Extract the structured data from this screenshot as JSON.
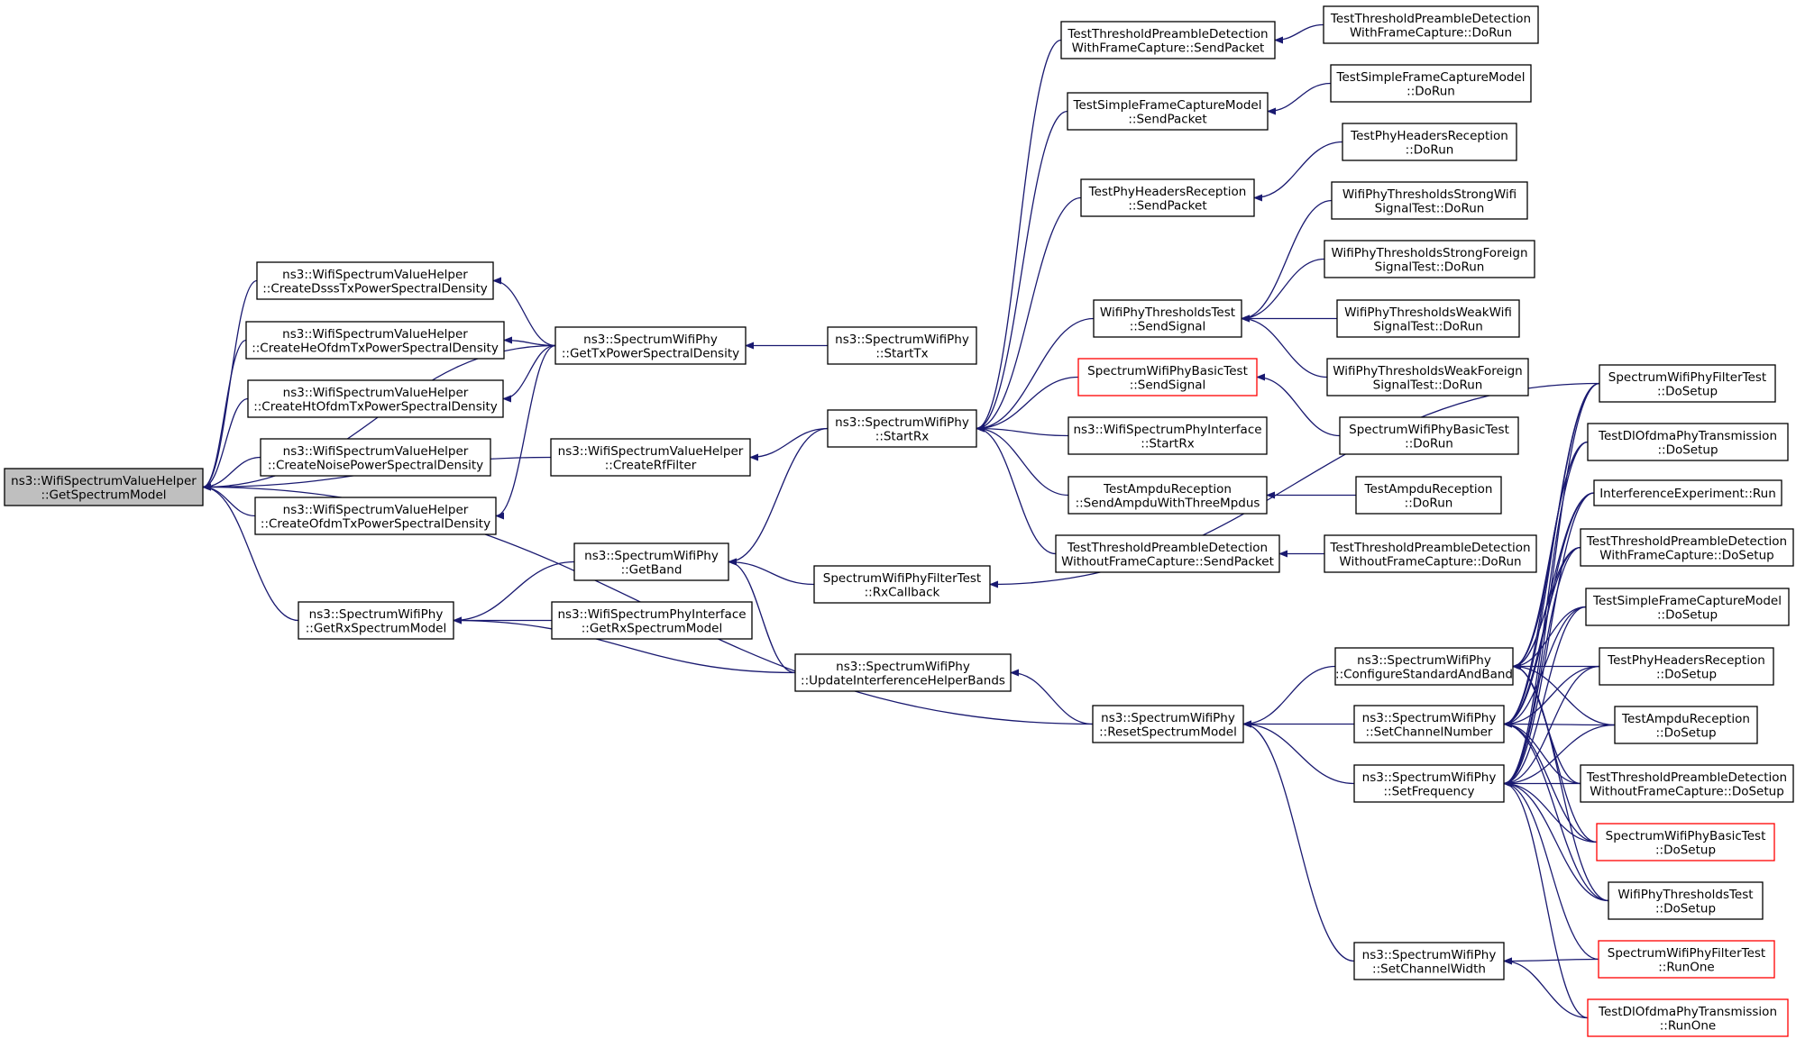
{
  "graph": {
    "colors": {
      "edge": "#191970",
      "root_fill": "#bfbfbf",
      "node_fill": "#ffffff",
      "node_border": "#000000",
      "warn_border": "#ff0000"
    },
    "nodes": [
      {
        "id": "root",
        "lines": [
          "ns3::WifiSpectrumValueHelper",
          "::GetSpectrumModel"
        ],
        "style": "root"
      },
      {
        "id": "dsss",
        "lines": [
          "ns3::WifiSpectrumValueHelper",
          "::CreateDsssTxPowerSpectralDensity"
        ],
        "style": "normal"
      },
      {
        "id": "heofdm",
        "lines": [
          "ns3::WifiSpectrumValueHelper",
          "::CreateHeOfdmTxPowerSpectralDensity"
        ],
        "style": "normal"
      },
      {
        "id": "htofdm",
        "lines": [
          "ns3::WifiSpectrumValueHelper",
          "::CreateHtOfdmTxPowerSpectralDensity"
        ],
        "style": "normal"
      },
      {
        "id": "noise",
        "lines": [
          "ns3::WifiSpectrumValueHelper",
          "::CreateNoisePowerSpectralDensity"
        ],
        "style": "normal"
      },
      {
        "id": "ofdm",
        "lines": [
          "ns3::WifiSpectrumValueHelper",
          "::CreateOfdmTxPowerSpectralDensity"
        ],
        "style": "normal"
      },
      {
        "id": "getrx",
        "lines": [
          "ns3::SpectrumWifiPhy",
          "::GetRxSpectrumModel"
        ],
        "style": "normal"
      },
      {
        "id": "gettx",
        "lines": [
          "ns3::SpectrumWifiPhy",
          "::GetTxPowerSpectralDensity"
        ],
        "style": "normal"
      },
      {
        "id": "rffilter",
        "lines": [
          "ns3::WifiSpectrumValueHelper",
          "::CreateRfFilter"
        ],
        "style": "normal"
      },
      {
        "id": "getband",
        "lines": [
          "ns3::SpectrumWifiPhy",
          "::GetBand"
        ],
        "style": "normal"
      },
      {
        "id": "ifgetrx",
        "lines": [
          "ns3::WifiSpectrumPhyInterface",
          "::GetRxSpectrumModel"
        ],
        "style": "normal"
      },
      {
        "id": "starttx",
        "lines": [
          "ns3::SpectrumWifiPhy",
          "::StartTx"
        ],
        "style": "normal"
      },
      {
        "id": "startrx",
        "lines": [
          "ns3::SpectrumWifiPhy",
          "::StartRx"
        ],
        "style": "normal"
      },
      {
        "id": "rxcb",
        "lines": [
          "SpectrumWifiPhyFilterTest",
          "::RxCallback"
        ],
        "style": "normal"
      },
      {
        "id": "updint",
        "lines": [
          "ns3::SpectrumWifiPhy",
          "::UpdateInterferenceHelperBands"
        ],
        "style": "normal"
      },
      {
        "id": "tpdfc_send",
        "lines": [
          "TestThresholdPreambleDetection",
          "WithFrameCapture::SendPacket"
        ],
        "style": "normal"
      },
      {
        "id": "tsfcm_send",
        "lines": [
          "TestSimpleFrameCaptureModel",
          "::SendPacket"
        ],
        "style": "normal"
      },
      {
        "id": "tphr_send",
        "lines": [
          "TestPhyHeadersReception",
          "::SendPacket"
        ],
        "style": "normal"
      },
      {
        "id": "wpt_send",
        "lines": [
          "WifiPhyThresholdsTest",
          "::SendSignal"
        ],
        "style": "normal"
      },
      {
        "id": "swpbt_send",
        "lines": [
          "SpectrumWifiPhyBasicTest",
          "::SendSignal"
        ],
        "style": "red"
      },
      {
        "id": "ifstartrx",
        "lines": [
          "ns3::WifiSpectrumPhyInterface",
          "::StartRx"
        ],
        "style": "normal"
      },
      {
        "id": "tar_send",
        "lines": [
          "TestAmpduReception",
          "::SendAmpduWithThreeMpdus"
        ],
        "style": "normal"
      },
      {
        "id": "tpdnfc_send",
        "lines": [
          "TestThresholdPreambleDetection",
          "WithoutFrameCapture::SendPacket"
        ],
        "style": "normal"
      },
      {
        "id": "reset",
        "lines": [
          "ns3::SpectrumWifiPhy",
          "::ResetSpectrumModel"
        ],
        "style": "normal"
      },
      {
        "id": "tpdfc_run",
        "lines": [
          "TestThresholdPreambleDetection",
          "WithFrameCapture::DoRun"
        ],
        "style": "normal"
      },
      {
        "id": "tsfcm_run",
        "lines": [
          "TestSimpleFrameCaptureModel",
          "::DoRun"
        ],
        "style": "normal"
      },
      {
        "id": "tphr_run",
        "lines": [
          "TestPhyHeadersReception",
          "::DoRun"
        ],
        "style": "normal"
      },
      {
        "id": "wpt_sw",
        "lines": [
          "WifiPhyThresholdsStrongWifi",
          "SignalTest::DoRun"
        ],
        "style": "normal"
      },
      {
        "id": "wpt_sf",
        "lines": [
          "WifiPhyThresholdsStrongForeign",
          "SignalTest::DoRun"
        ],
        "style": "normal"
      },
      {
        "id": "wpt_ww",
        "lines": [
          "WifiPhyThresholdsWeakWifi",
          "SignalTest::DoRun"
        ],
        "style": "normal"
      },
      {
        "id": "wpt_wf",
        "lines": [
          "WifiPhyThresholdsWeakForeign",
          "SignalTest::DoRun"
        ],
        "style": "normal"
      },
      {
        "id": "swpbt_run",
        "lines": [
          "SpectrumWifiPhyBasicTest",
          "::DoRun"
        ],
        "style": "normal"
      },
      {
        "id": "tar_run",
        "lines": [
          "TestAmpduReception",
          "::DoRun"
        ],
        "style": "normal"
      },
      {
        "id": "tpdnfc_run",
        "lines": [
          "TestThresholdPreambleDetection",
          "WithoutFrameCapture::DoRun"
        ],
        "style": "normal"
      },
      {
        "id": "cfgstd",
        "lines": [
          "ns3::SpectrumWifiPhy",
          "::ConfigureStandardAndBand"
        ],
        "style": "normal"
      },
      {
        "id": "setch",
        "lines": [
          "ns3::SpectrumWifiPhy",
          "::SetChannelNumber"
        ],
        "style": "normal"
      },
      {
        "id": "setfreq",
        "lines": [
          "ns3::SpectrumWifiPhy",
          "::SetFrequency"
        ],
        "style": "normal"
      },
      {
        "id": "setwidth",
        "lines": [
          "ns3::SpectrumWifiPhy",
          "::SetChannelWidth"
        ],
        "style": "normal"
      },
      {
        "id": "swpft_setup",
        "lines": [
          "SpectrumWifiPhyFilterTest",
          "::DoSetup"
        ],
        "style": "normal"
      },
      {
        "id": "tdl_setup",
        "lines": [
          "TestDlOfdmaPhyTransmission",
          "::DoSetup"
        ],
        "style": "normal"
      },
      {
        "id": "intexp",
        "lines": [
          "InterferenceExperiment::Run"
        ],
        "style": "normal"
      },
      {
        "id": "tpdfc_setup",
        "lines": [
          "TestThresholdPreambleDetection",
          "WithFrameCapture::DoSetup"
        ],
        "style": "normal"
      },
      {
        "id": "tsfcm_setup",
        "lines": [
          "TestSimpleFrameCaptureModel",
          "::DoSetup"
        ],
        "style": "normal"
      },
      {
        "id": "tphr_setup",
        "lines": [
          "TestPhyHeadersReception",
          "::DoSetup"
        ],
        "style": "normal"
      },
      {
        "id": "tar_setup",
        "lines": [
          "TestAmpduReception",
          "::DoSetup"
        ],
        "style": "normal"
      },
      {
        "id": "tpdnfc_setup",
        "lines": [
          "TestThresholdPreambleDetection",
          "WithoutFrameCapture::DoSetup"
        ],
        "style": "normal"
      },
      {
        "id": "swpbt_setup",
        "lines": [
          "SpectrumWifiPhyBasicTest",
          "::DoSetup"
        ],
        "style": "red"
      },
      {
        "id": "wpt_setup",
        "lines": [
          "WifiPhyThresholdsTest",
          "::DoSetup"
        ],
        "style": "normal"
      },
      {
        "id": "swpft_runone",
        "lines": [
          "SpectrumWifiPhyFilterTest",
          "::RunOne"
        ],
        "style": "red"
      },
      {
        "id": "tdl_runone",
        "lines": [
          "TestDlOfdmaPhyTransmission",
          "::RunOne"
        ],
        "style": "red"
      }
    ],
    "edges": [
      [
        "dsss",
        "root"
      ],
      [
        "heofdm",
        "root"
      ],
      [
        "htofdm",
        "root"
      ],
      [
        "noise",
        "root"
      ],
      [
        "ofdm",
        "root"
      ],
      [
        "gettx",
        "root"
      ],
      [
        "rffilter",
        "root"
      ],
      [
        "getrx",
        "root"
      ],
      [
        "reset",
        "root"
      ],
      [
        "gettx",
        "dsss"
      ],
      [
        "gettx",
        "heofdm"
      ],
      [
        "gettx",
        "htofdm"
      ],
      [
        "gettx",
        "ofdm"
      ],
      [
        "starttx",
        "gettx"
      ],
      [
        "startrx",
        "rffilter"
      ],
      [
        "getband",
        "getrx"
      ],
      [
        "ifgetrx",
        "getrx"
      ],
      [
        "updint",
        "getrx"
      ],
      [
        "startrx",
        "getband"
      ],
      [
        "rxcb",
        "getband"
      ],
      [
        "updint",
        "getband"
      ],
      [
        "reset",
        "updint"
      ],
      [
        "tpdfc_send",
        "startrx"
      ],
      [
        "tsfcm_send",
        "startrx"
      ],
      [
        "tphr_send",
        "startrx"
      ],
      [
        "wpt_send",
        "startrx"
      ],
      [
        "swpbt_send",
        "startrx"
      ],
      [
        "ifstartrx",
        "startrx"
      ],
      [
        "tar_send",
        "startrx"
      ],
      [
        "tpdnfc_send",
        "startrx"
      ],
      [
        "tpdfc_run",
        "tpdfc_send"
      ],
      [
        "tsfcm_run",
        "tsfcm_send"
      ],
      [
        "tphr_run",
        "tphr_send"
      ],
      [
        "wpt_sw",
        "wpt_send"
      ],
      [
        "wpt_sf",
        "wpt_send"
      ],
      [
        "wpt_ww",
        "wpt_send"
      ],
      [
        "wpt_wf",
        "wpt_send"
      ],
      [
        "swpbt_run",
        "swpbt_send"
      ],
      [
        "tar_run",
        "tar_send"
      ],
      [
        "tpdnfc_run",
        "tpdnfc_send"
      ],
      [
        "swpft_setup",
        "rxcb"
      ],
      [
        "cfgstd",
        "reset"
      ],
      [
        "setch",
        "reset"
      ],
      [
        "setfreq",
        "reset"
      ],
      [
        "setwidth",
        "reset"
      ],
      [
        "swpft_setup",
        "cfgstd"
      ],
      [
        "tdl_setup",
        "cfgstd"
      ],
      [
        "intexp",
        "cfgstd"
      ],
      [
        "tpdfc_setup",
        "cfgstd"
      ],
      [
        "tsfcm_setup",
        "cfgstd"
      ],
      [
        "tphr_setup",
        "cfgstd"
      ],
      [
        "tar_setup",
        "cfgstd"
      ],
      [
        "tpdnfc_setup",
        "cfgstd"
      ],
      [
        "swpbt_setup",
        "cfgstd"
      ],
      [
        "wpt_setup",
        "cfgstd"
      ],
      [
        "swpft_setup",
        "setch"
      ],
      [
        "tdl_setup",
        "setch"
      ],
      [
        "intexp",
        "setch"
      ],
      [
        "tpdfc_setup",
        "setch"
      ],
      [
        "tsfcm_setup",
        "setch"
      ],
      [
        "tphr_setup",
        "setch"
      ],
      [
        "tar_setup",
        "setch"
      ],
      [
        "tpdnfc_setup",
        "setch"
      ],
      [
        "swpbt_setup",
        "setch"
      ],
      [
        "wpt_setup",
        "setch"
      ],
      [
        "swpft_setup",
        "setfreq"
      ],
      [
        "tdl_setup",
        "setfreq"
      ],
      [
        "intexp",
        "setfreq"
      ],
      [
        "tpdfc_setup",
        "setfreq"
      ],
      [
        "tsfcm_setup",
        "setfreq"
      ],
      [
        "tphr_setup",
        "setfreq"
      ],
      [
        "tar_setup",
        "setfreq"
      ],
      [
        "tpdnfc_setup",
        "setfreq"
      ],
      [
        "swpbt_setup",
        "setfreq"
      ],
      [
        "wpt_setup",
        "setfreq"
      ],
      [
        "swpft_runone",
        "setfreq"
      ],
      [
        "tdl_runone",
        "setfreq"
      ],
      [
        "swpft_runone",
        "setwidth"
      ],
      [
        "tdl_runone",
        "setwidth"
      ]
    ]
  }
}
